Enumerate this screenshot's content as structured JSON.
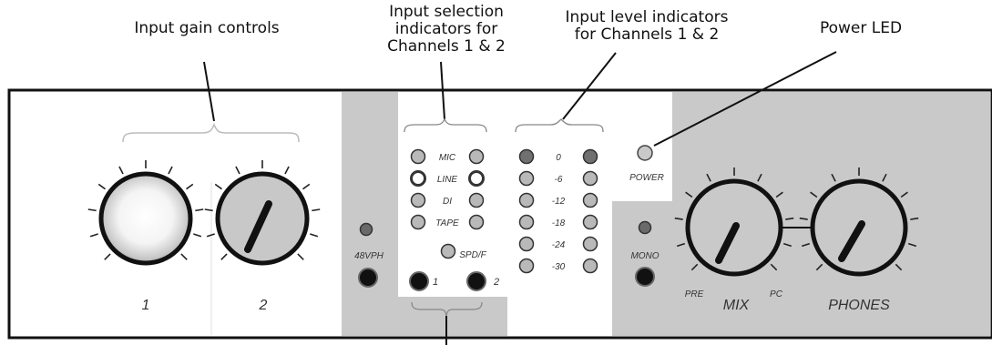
{
  "callouts": {
    "gain": "Input gain controls",
    "selection": [
      "Input selection",
      "indicators for",
      "Channels 1 & 2"
    ],
    "level": [
      "Input level indicators",
      "for Channels 1 & 2"
    ],
    "power": "Power LED"
  },
  "panel": {
    "knob_labels": [
      "1",
      "2"
    ],
    "phantom_label": "48VPH",
    "input_labels": [
      "MIC",
      "LINE",
      "DI",
      "TAPE"
    ],
    "spdif_label": "SPD/F",
    "jack_labels": [
      "1",
      "2"
    ],
    "level_labels": [
      "0",
      "-6",
      "-12",
      "-18",
      "-24",
      "-30"
    ],
    "power_label": "POWER",
    "mono_label": "MONO",
    "mix_pre": "PRE",
    "mix_label": "MIX",
    "mix_pc": "PC",
    "phones_label": "PHONES"
  },
  "colors": {
    "panel_gray": "#c9c9c9",
    "led_off": "#b9b9b9",
    "led_on": "#707070",
    "outline": "#111111"
  }
}
